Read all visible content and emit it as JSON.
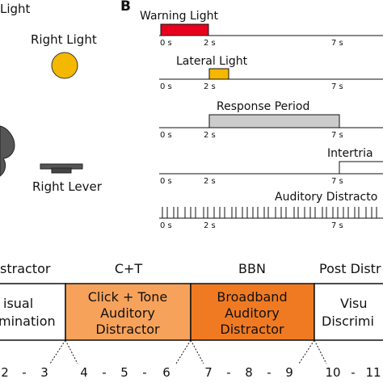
{
  "panel_a": {
    "top_label": "Light",
    "right_light_label": "Right Light",
    "right_lever_label": "Right Lever",
    "colors": {
      "light": "#f5b800",
      "lever": "#444444",
      "body": "#555555"
    }
  },
  "panel_b": {
    "panel_label": "B",
    "timelines": [
      {
        "label": "Warning Light",
        "tick_labels": [
          "0 s",
          "2 s",
          "7 s"
        ],
        "color": "#e8001c"
      },
      {
        "label": "Lateral Light",
        "tick_labels": [
          "0 s",
          "2 s",
          "7 s"
        ],
        "color": "#f5b800"
      },
      {
        "label": "Response Period",
        "tick_labels": [
          "0 s",
          "2 s",
          "7 s"
        ],
        "color": "#cccccc"
      },
      {
        "label": "Intertria",
        "tick_labels": [
          "0 s",
          "2 s",
          "7 s"
        ],
        "color": "#ffffff"
      },
      {
        "label": "Auditory Distracto",
        "tick_labels": [
          "0 s",
          "2 s",
          "7 s"
        ],
        "color": "#111111"
      }
    ]
  },
  "panel_c": {
    "headers": [
      "stractor",
      "C+T",
      "BBN",
      "Post Distr"
    ],
    "blocks": [
      {
        "lines": [
          "isual",
          "mination"
        ],
        "color": "#ffffff"
      },
      {
        "lines": [
          "Click + Tone",
          "Auditory",
          "Distractor"
        ],
        "color": "#f7a25a"
      },
      {
        "lines": [
          "Broadband",
          "Auditory",
          "Distractor"
        ],
        "color": "#f07a22"
      },
      {
        "lines": [
          "Visu",
          "Discrimi"
        ],
        "color": "#ffffff"
      }
    ],
    "axis_numbers": [
      "2",
      "-",
      "3",
      "4",
      "-",
      "5",
      "-",
      "6",
      "7",
      "-",
      "8",
      "-",
      "9",
      "10",
      "-",
      "11"
    ]
  }
}
